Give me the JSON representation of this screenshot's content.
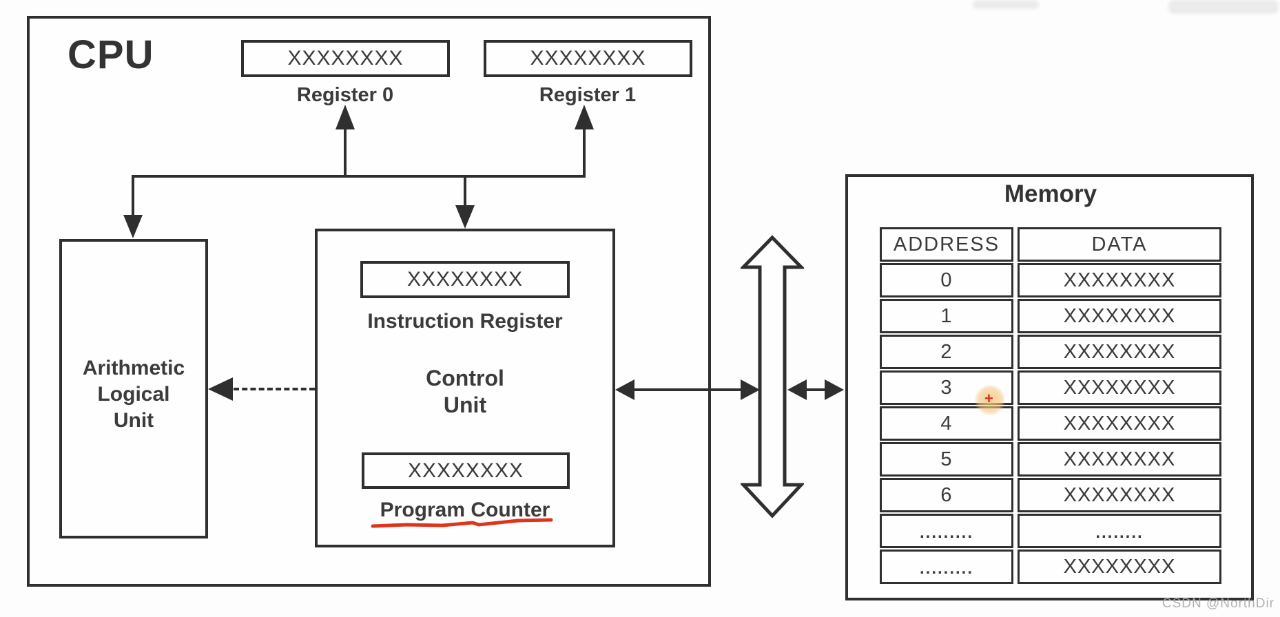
{
  "cpu": {
    "title": "CPU",
    "registers": [
      {
        "label": "Register 0",
        "value": "XXXXXXXX"
      },
      {
        "label": "Register 1",
        "value": "XXXXXXXX"
      }
    ],
    "alu": {
      "line1": "Arithmetic",
      "line2": "Logical",
      "line3": "Unit"
    },
    "control_unit": {
      "ir_value": "XXXXXXXX",
      "ir_label": "Instruction Register",
      "name_line1": "Control",
      "name_line2": "Unit",
      "pc_value": "XXXXXXXX",
      "pc_label": "Program Counter"
    }
  },
  "memory": {
    "title": "Memory",
    "header": {
      "address": "ADDRESS",
      "data": "DATA"
    },
    "rows": [
      {
        "address": "0",
        "data": "XXXXXXXX"
      },
      {
        "address": "1",
        "data": "XXXXXXXX"
      },
      {
        "address": "2",
        "data": "XXXXXXXX"
      },
      {
        "address": "3",
        "data": "XXXXXXXX"
      },
      {
        "address": "4",
        "data": "XXXXXXXX"
      },
      {
        "address": "5",
        "data": "XXXXXXXX"
      },
      {
        "address": "6",
        "data": "XXXXXXXX"
      },
      {
        "address": ".........",
        "data": "........"
      },
      {
        "address": ".........",
        "data": "XXXXXXXX"
      }
    ],
    "annotation_plus": "+"
  },
  "watermark": "CSDN @NorthDir",
  "colors": {
    "line": "#2f2f2f",
    "text": "#3b3b3b",
    "red_accent": "#df341b",
    "highlight": "#f2c57d",
    "watermark": "#a9a9a9"
  }
}
